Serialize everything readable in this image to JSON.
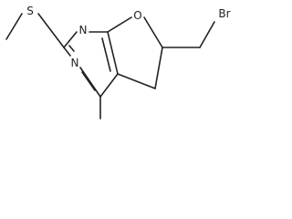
{
  "atoms": {
    "sulfur": "S",
    "n1": "N",
    "n3": "N",
    "oxygen": "O",
    "bromine": "Br"
  },
  "colors": {
    "bond": "#222222",
    "text": "#222222",
    "background": "#ffffff"
  }
}
